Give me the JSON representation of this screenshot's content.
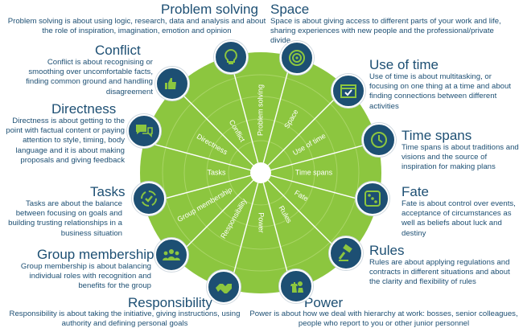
{
  "colors": {
    "navy": "#1d4f73",
    "green": "#8cc63f",
    "icon_accent": "#8cc63f"
  },
  "dimensions": [
    {
      "key": "problem_solving",
      "title": "Problem solving",
      "wheel_label": "Problem solving",
      "icon": "lightbulb-icon",
      "desc": "Problem solving is about using logic, research, data and analysis and about the role of inspiration, imagination, emotion and opinion"
    },
    {
      "key": "space",
      "title": "Space",
      "wheel_label": "Space",
      "icon": "globe-radar-icon",
      "desc": "Space is about giving access to different parts of your work and life, sharing experiences with new people and the professional/private divide"
    },
    {
      "key": "use_of_time",
      "title": "Use of time",
      "wheel_label": "Use of time",
      "icon": "calendar-check-icon",
      "desc": "Use of time is about multitasking, or focusing on one thing at a time and about finding connections between different activities"
    },
    {
      "key": "time_spans",
      "title": "Time spans",
      "wheel_label": "Time spans",
      "icon": "clock-icon",
      "desc": "Time spans is about traditions and visions and the source of inspiration for making plans"
    },
    {
      "key": "fate",
      "title": "Fate",
      "wheel_label": "Fate",
      "icon": "dice-icon",
      "desc": "Fate is about control over events, acceptance of circumstances as well as beliefs about luck and destiny"
    },
    {
      "key": "rules",
      "title": "Rules",
      "wheel_label": "Rules",
      "icon": "gavel-icon",
      "desc": "Rules are about applying regulations and contracts in different situations and about the clarity and flexibility of rules"
    },
    {
      "key": "power",
      "title": "Power",
      "wheel_label": "Power",
      "icon": "chess-pieces-icon",
      "desc": "Power is about how we deal with hierarchy at work: bosses, senior colleagues, people who report to you or other junior personnel"
    },
    {
      "key": "responsibility",
      "title": "Responsibility",
      "wheel_label": "Responsibility",
      "icon": "handshake-icon",
      "desc": "Responsibility is about taking the initiative, giving instructions, using authority and defining personal goals"
    },
    {
      "key": "group_membership",
      "title": "Group membership",
      "wheel_label": "Group membership",
      "icon": "group-people-icon",
      "desc": "Group membership is about balancing individual roles with recognition and benefits for the group"
    },
    {
      "key": "tasks",
      "title": "Tasks",
      "wheel_label": "Tasks",
      "icon": "task-cycle-icon",
      "desc": "Tasks are about the balance between focusing on goals and building trusting relationships in a business situation"
    },
    {
      "key": "directness",
      "title": "Directness",
      "wheel_label": "Directness",
      "icon": "speech-bubbles-icon",
      "desc": "Directness is about getting to the point with factual content or paying attention to style, timing, body language and it is about making proposals and giving feedback"
    },
    {
      "key": "conflict",
      "title": "Conflict",
      "wheel_label": "Conflict",
      "icon": "thumbs-up-down-icon",
      "desc": "Conflict is about recognising or smoothing over uncomfortable facts, finding common ground and handling disagreement"
    }
  ]
}
